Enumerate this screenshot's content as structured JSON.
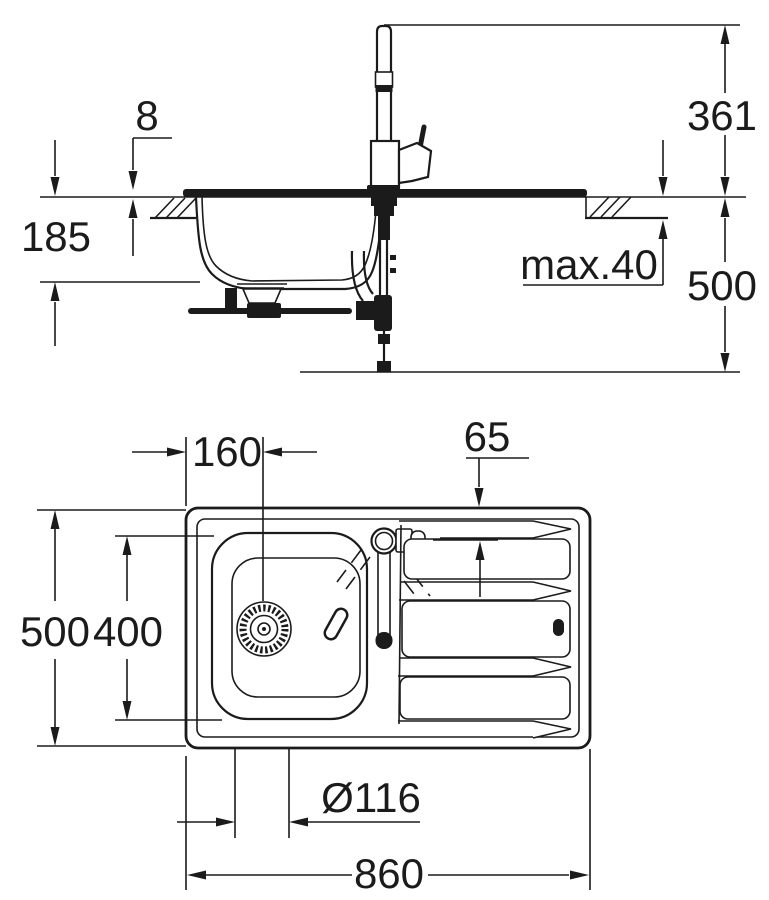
{
  "drawing": {
    "background_color": "#ffffff",
    "line_color": "#1b1b1b",
    "dims": {
      "side": {
        "rim_height": "8",
        "bowl_depth": "185",
        "faucet_height": "361",
        "counter_thickness_max": "max.40",
        "below_counter": "500"
      },
      "plan": {
        "drain_from_left": "160",
        "faucet_from_edge": "65",
        "overall_depth": "500",
        "bowl_length": "400",
        "drain_diameter": "Ø116",
        "overall_width": "860"
      }
    }
  }
}
